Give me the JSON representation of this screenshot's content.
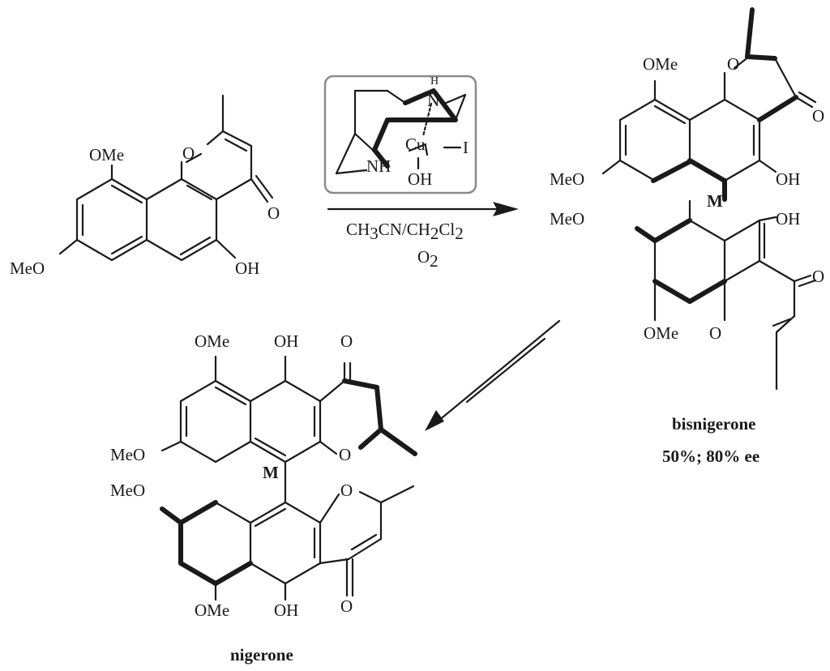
{
  "reactant": {
    "name": "",
    "labels": {
      "ome": "OMe",
      "meo": "MeO",
      "ring_o": "O",
      "carbonyl_o": "O",
      "oh": "OH"
    }
  },
  "catalyst": {
    "nh_top": "N",
    "h_top": "H",
    "nh_bottom": "NH",
    "cu": "Cu",
    "iodide": "I",
    "hydroxide": "OH"
  },
  "conditions": {
    "solvent": "CH3CN/CH2Cl2",
    "oxidant": "O2"
  },
  "bisnigerone": {
    "name": "bisnigerone",
    "yield_ee": "50%; 80% ee",
    "axis_label": "M",
    "labels": {
      "ome": "OMe",
      "meo": "MeO",
      "ring_o": "O",
      "carbonyl_o": "O",
      "oh": "OH"
    }
  },
  "nigerone": {
    "name": "nigerone",
    "axis_label": "M",
    "labels": {
      "ome": "OMe",
      "meo": "MeO",
      "ring_o": "O",
      "carbonyl_o": "O",
      "oh": "OH"
    }
  }
}
